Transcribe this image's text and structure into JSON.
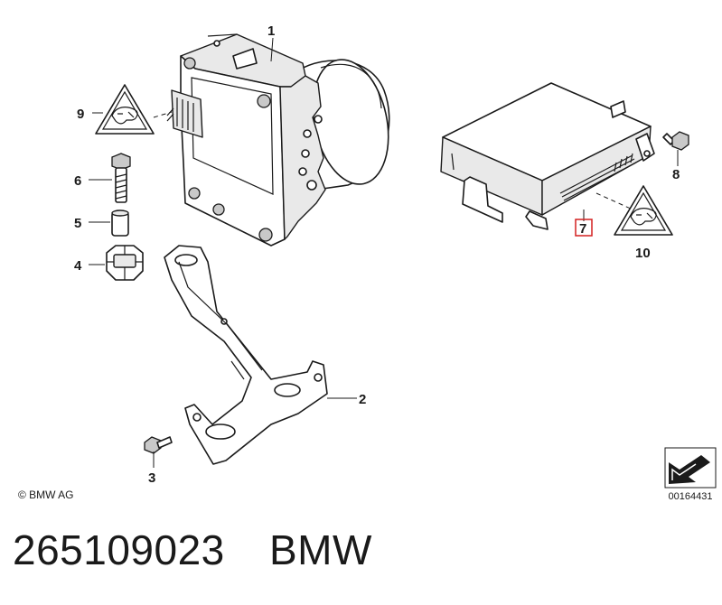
{
  "callouts": {
    "c1": "1",
    "c2": "2",
    "c3": "3",
    "c4": "4",
    "c5": "5",
    "c6": "6",
    "c7": "7",
    "c8": "8",
    "c9": "9",
    "c10": "10"
  },
  "highlight_color": "#d42020",
  "copyright": "© BMW AG",
  "diagram_number": "00164431",
  "footer": {
    "part_number": "265109023",
    "brand": "BMW"
  }
}
